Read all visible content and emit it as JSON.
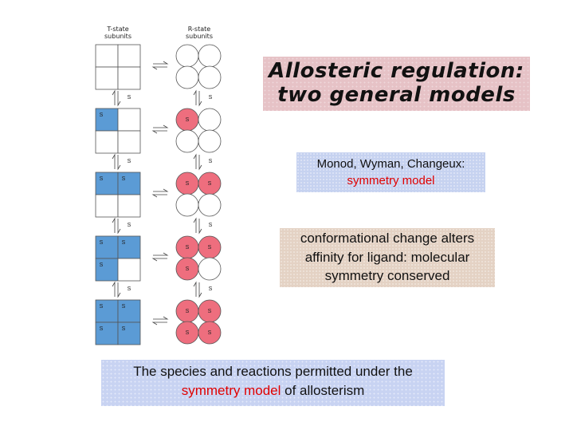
{
  "labels": {
    "t_state": [
      "T-state",
      "subunits"
    ],
    "r_state": [
      "R-state",
      "subunits"
    ],
    "ligand": "S"
  },
  "title": {
    "line1": "Allosteric regulation:",
    "line2": "two general models"
  },
  "mwc": {
    "line1": "Monod, Wyman, Changeux:",
    "line2": "symmetry model"
  },
  "conformational": {
    "line1": "conformational change alters",
    "line2": "affinity for ligand:  molecular",
    "line3": "symmetry conserved"
  },
  "caption": {
    "line1": "The species and reactions permitted under the",
    "line2_highlight": "symmetry model",
    "line2_rest": " of allosterism"
  },
  "colors": {
    "t_bound": "#5b9bd5",
    "r_bound": "#ee6e7e",
    "highlight": "#e00000"
  },
  "states": [
    {
      "bound": 0
    },
    {
      "bound": 1
    },
    {
      "bound": 2
    },
    {
      "bound": 3
    },
    {
      "bound": 4
    }
  ]
}
